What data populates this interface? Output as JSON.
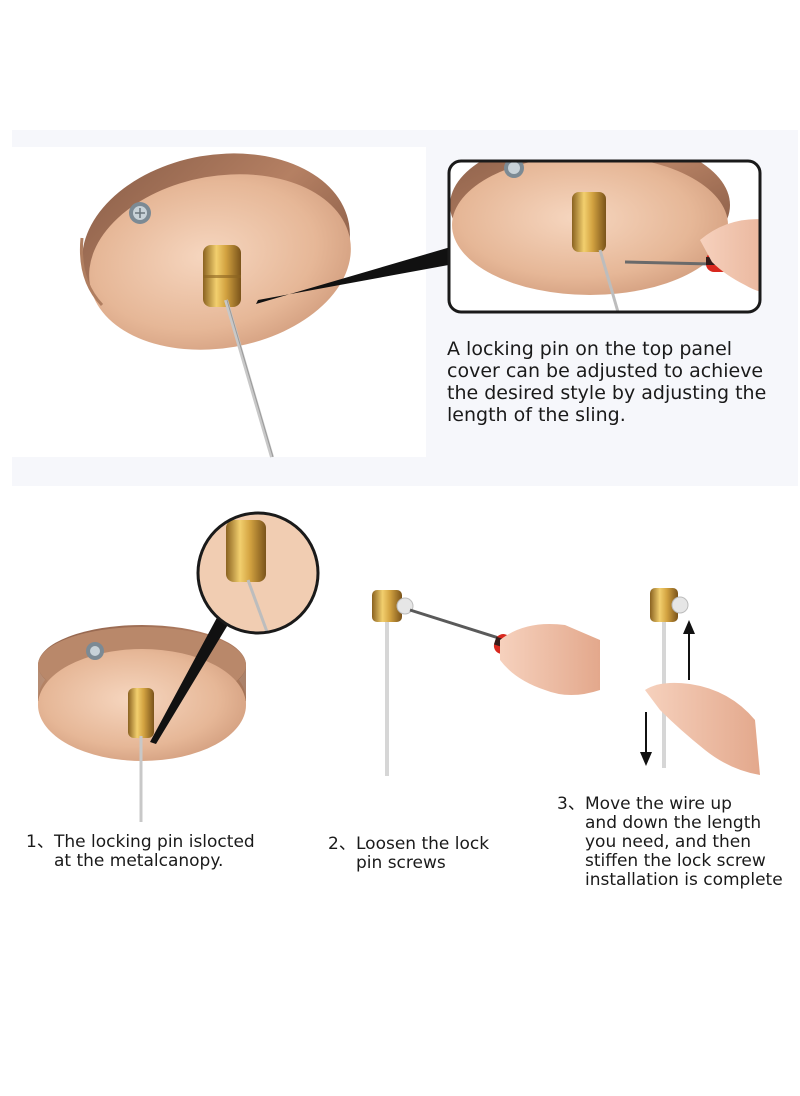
{
  "description": "A locking pin on the top panel\ncover can be adjusted to achieve\nthe desired style by adjusting the\nlength of the sling.",
  "steps": [
    {
      "number": "1、",
      "text": "The locking pin islocted\nat the metalcanopy."
    },
    {
      "number": "2、",
      "text": "Loosen the lock\npin screws"
    },
    {
      "number": "3、",
      "text": "Move the wire up\nand down the length\nyou need, and then\nstiffen the lock screw\ninstallation is complete"
    }
  ],
  "colors": {
    "canopy": "#c9987a",
    "canopy_face": "#e8bfa0",
    "brass": "#c99a3a",
    "frame": "#1a1a1a",
    "panel_bg": "#f6f7fb",
    "handle_red": "#d8281e",
    "skin": "#f0c2ac"
  }
}
